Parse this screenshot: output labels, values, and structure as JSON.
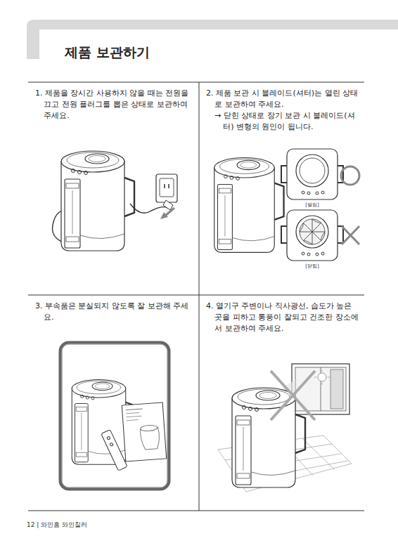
{
  "diagram": {
    "title": "제품 보관하기",
    "nodes": [
      {
        "text": [
          "1. 제품을 장시간 사용하지 않을 때는 전원을 끄고 전원 플러그를 뽑은 상태로 보관하여 주세요."
        ]
      },
      {
        "text": [
          "2. 제품 보관 시 블레이드(셔터)는 열린 상태로 보관하여 주세요.",
          "→ 닫힌 상태로 장기 보관 시 블레이드(셔터) 변형의 원인이 됩니다."
        ]
      },
      {
        "text": [
          "3. 부속품은 분실되지 않도록 잘 보관해 주세요."
        ]
      },
      {
        "text": [
          "4. 열기구 주변이나 직사광선, 습도가 높은 곳을 피하고 통풍이 잘되고 건조한 장소에서 보관하여 주세요."
        ]
      }
    ],
    "labels": [
      "[열림]",
      "[닫힘]",
      "12 | 와인홈 와인칠러"
    ]
  }
}
